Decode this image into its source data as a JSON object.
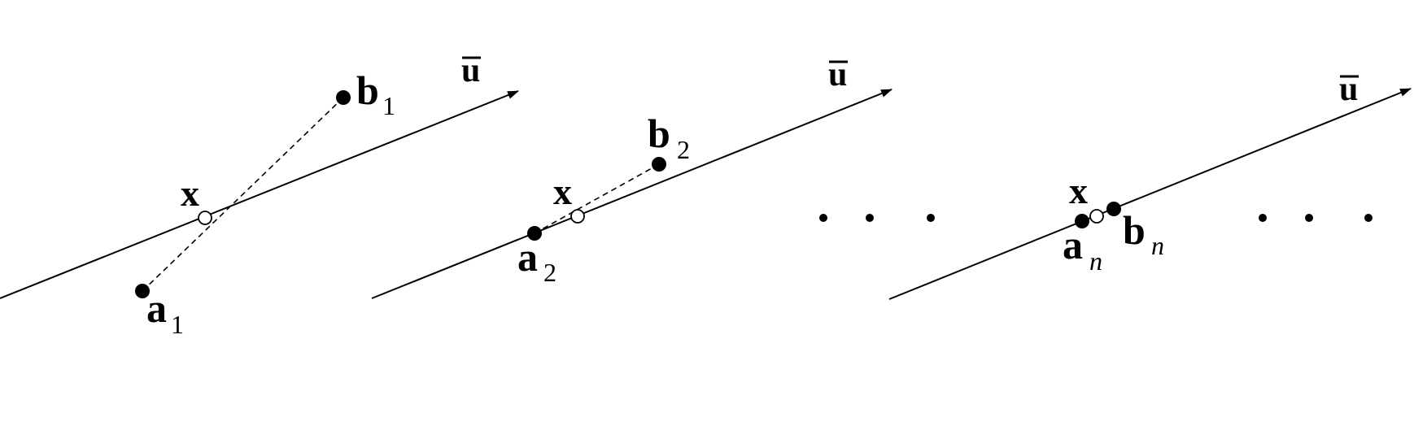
{
  "panels": [
    {
      "u_label": "u",
      "x_label": "x",
      "a_label": "a",
      "a_subscript": "1",
      "b_label": "b",
      "b_subscript": "1"
    },
    {
      "u_label": "u",
      "x_label": "x",
      "a_label": "a",
      "a_subscript": "2",
      "b_label": "b",
      "b_subscript": "2"
    },
    {
      "u_label": "u",
      "x_label": "x",
      "a_label": "a",
      "a_subscript": "n",
      "b_label": "b",
      "b_subscript": "n"
    }
  ],
  "ellipses": [
    "· · ·",
    "· · ·"
  ]
}
